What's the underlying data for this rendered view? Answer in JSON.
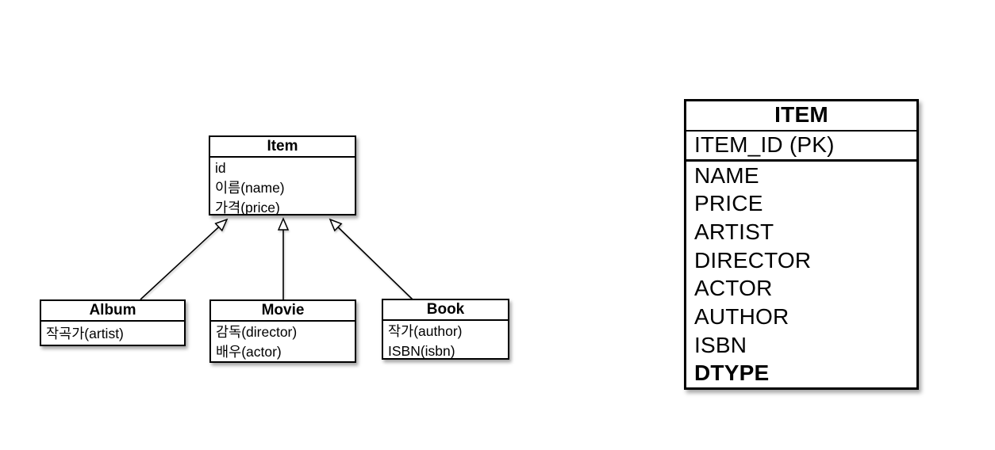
{
  "diagram": {
    "classes": [
      {
        "name": "Item",
        "fields": [
          "id",
          "이름(name)",
          "가격(price)"
        ]
      },
      {
        "name": "Album",
        "fields": [
          "작곡가(artist)"
        ]
      },
      {
        "name": "Movie",
        "fields": [
          "감독(director)",
          "배우(actor)"
        ]
      },
      {
        "name": "Book",
        "fields": [
          "작가(author)",
          "ISBN(isbn)"
        ]
      }
    ],
    "relationship": "inheritance"
  },
  "table": {
    "name": "ITEM",
    "primary_key": "ITEM_ID (PK)",
    "columns": [
      "NAME",
      "PRICE",
      "ARTIST",
      "DIRECTOR",
      "ACTOR",
      "AUTHOR",
      "ISBN",
      "DTYPE"
    ]
  },
  "colors": {
    "line": "#000000",
    "background": "#ffffff"
  }
}
